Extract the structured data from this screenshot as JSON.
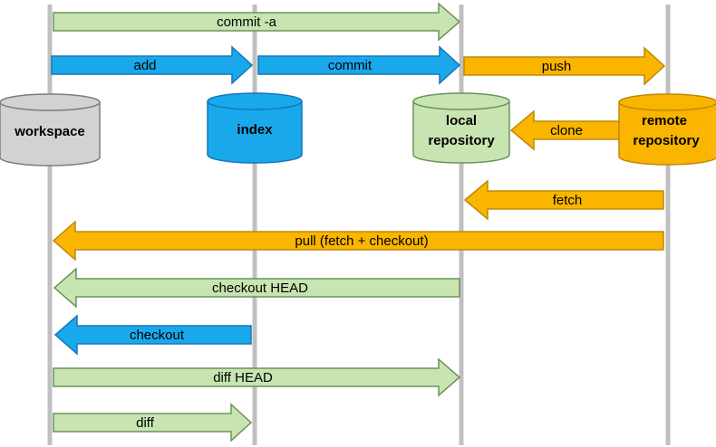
{
  "colors": {
    "green_fill": "#c7e4b1",
    "green_stroke": "#6a9458",
    "blue_fill": "#1aa8ec",
    "blue_stroke": "#1677b7",
    "orange_fill": "#f9b500",
    "orange_stroke": "#c0880a",
    "gray_fill": "#d2d2d2",
    "gray_stroke": "#7c7c7c",
    "lifeline": "#c0c0c0"
  },
  "stores": {
    "workspace": "workspace",
    "index": "index",
    "local_1": "local",
    "local_2": "repository",
    "remote_1": "remote",
    "remote_2": "repository"
  },
  "arrows": {
    "commit_a": "commit -a",
    "add": "add",
    "commit": "commit",
    "push": "push",
    "clone": "clone",
    "fetch": "fetch",
    "pull": "pull (fetch + checkout)",
    "checkout_head": "checkout HEAD",
    "checkout": "checkout",
    "diff_head": "diff HEAD",
    "diff": "diff"
  }
}
